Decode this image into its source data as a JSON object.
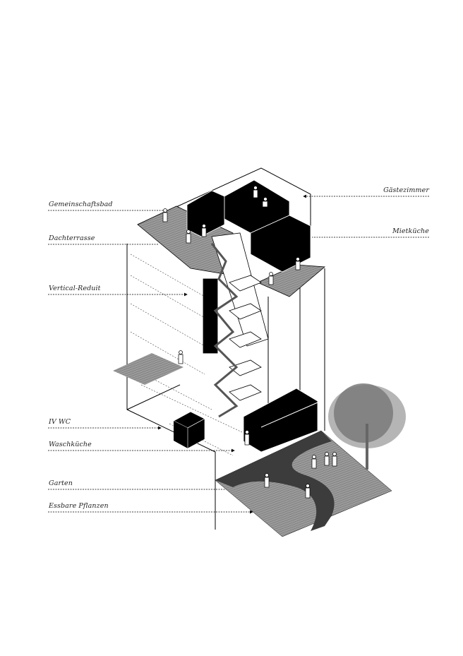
{
  "diagram": {
    "title": "Axonometric section – communal house",
    "colors": {
      "ink": "#000000",
      "hatch_gray": "#8a8a8a",
      "path_dark": "#3c3c3c",
      "tree": "#7a7a7a",
      "tree_light": "#b5b5b5",
      "paper": "#ffffff"
    },
    "labels_left": [
      {
        "id": "gemeinschaftsbad",
        "text": "Gemeinschaftsbad"
      },
      {
        "id": "dachterrasse",
        "text": "Dachterrasse"
      },
      {
        "id": "vertical-reduit",
        "text": "Vertical-Reduit"
      },
      {
        "id": "iv-wc",
        "text": "IV WC"
      },
      {
        "id": "waschkueche",
        "text": "Waschküche"
      },
      {
        "id": "garten",
        "text": "Garten"
      },
      {
        "id": "essbare-pflanzen",
        "text": "Essbare Pflanzen"
      }
    ],
    "labels_right": [
      {
        "id": "gaestezimmer",
        "text": "Gästezimmer"
      },
      {
        "id": "mietkueche",
        "text": "Mietküche"
      }
    ]
  }
}
